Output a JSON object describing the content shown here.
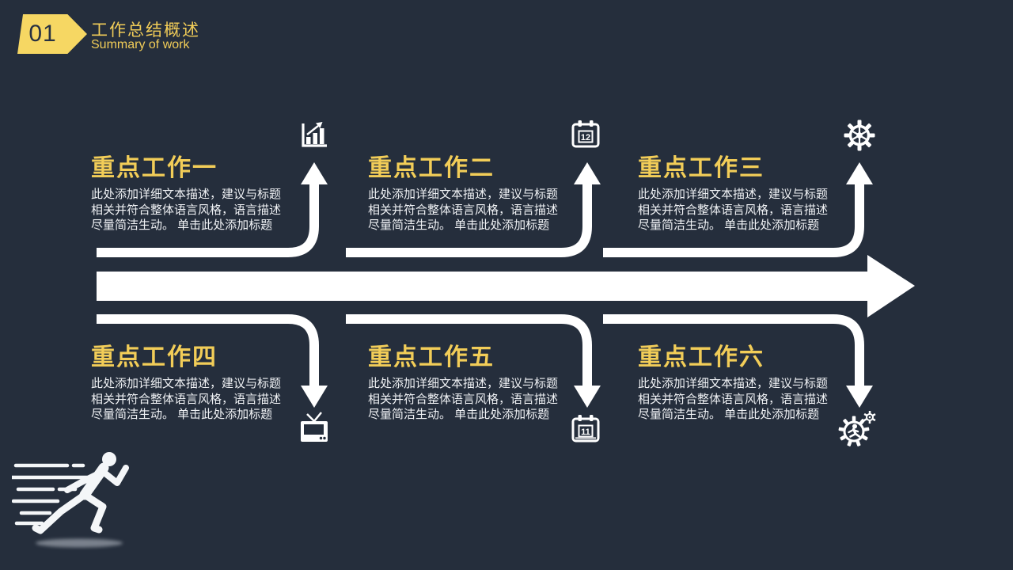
{
  "colors": {
    "background": "#252e3c",
    "accent_yellow": "#f2cd58",
    "badge_yellow": "#f6d763",
    "badge_number": "#273142",
    "body_text": "#f0f2f5",
    "arrow_white": "#ffffff"
  },
  "header": {
    "number": "01",
    "title": "工作总结概述",
    "subtitle": "Summary of work"
  },
  "sections": [
    {
      "title": "重点工作一",
      "description": "此处添加详细文本描述，建议与标题相关并符合整体语言风格，语言描述尽量简洁生动。 单击此处添加标题",
      "icon": "bar-chart-icon"
    },
    {
      "title": "重点工作二",
      "description": "此处添加详细文本描述，建议与标题相关并符合整体语言风格，语言描述尽量简洁生动。 单击此处添加标题",
      "icon": "calendar-icon",
      "icon_number": "12"
    },
    {
      "title": "重点工作三",
      "description": "此处添加详细文本描述，建议与标题相关并符合整体语言风格，语言描述尽量简洁生动。 单击此处添加标题",
      "icon": "gear-icon"
    },
    {
      "title": "重点工作四",
      "description": "此处添加详细文本描述，建议与标题相关并符合整体语言风格，语言描述尽量简洁生动。 单击此处添加标题",
      "icon": "tv-icon"
    },
    {
      "title": "重点工作五",
      "description": "此处添加详细文本描述，建议与标题相关并符合整体语言风格，语言描述尽量简洁生动。 单击此处添加标题",
      "icon": "calendar-icon",
      "icon_number": "11"
    },
    {
      "title": "重点工作六",
      "description": "此处添加详细文本描述，建议与标题相关并符合整体语言风格，语言描述尽量简洁生动。 单击此处添加标题",
      "icon": "gear-person-icon"
    }
  ],
  "decoration": {
    "runner": "running-man-silhouette"
  }
}
